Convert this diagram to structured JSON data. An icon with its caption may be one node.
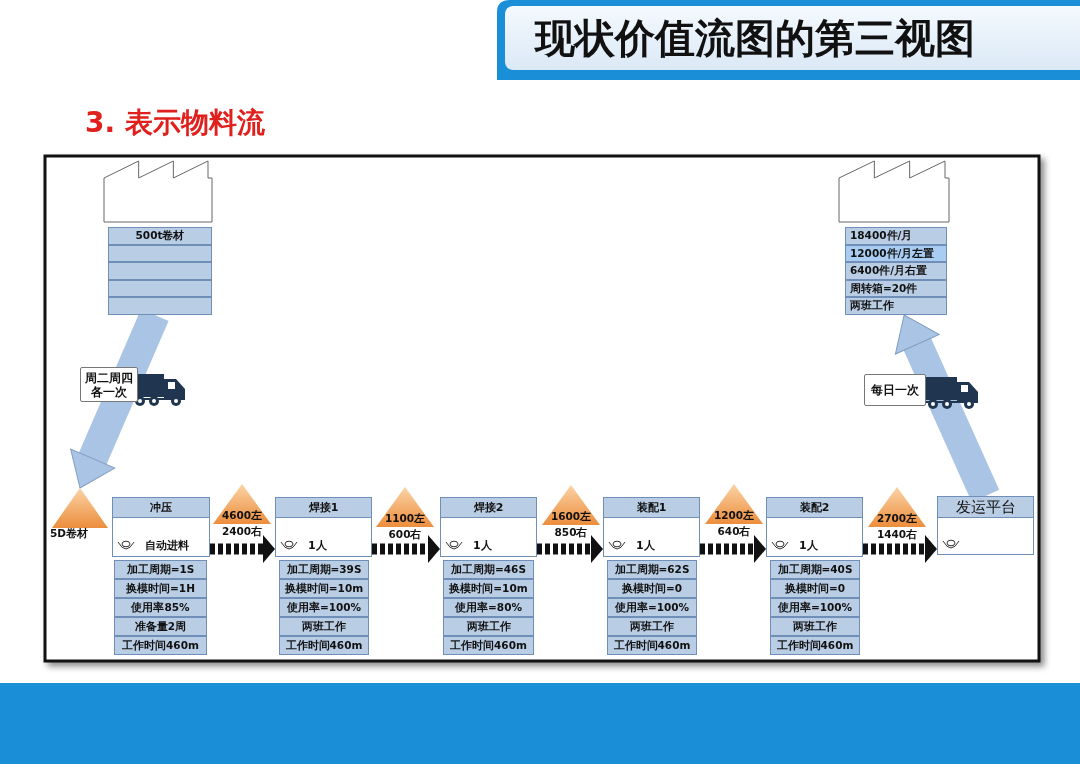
{
  "diagram": {
    "title": "现状价值流图的第三视图",
    "nodes": [
      {
        "text": [],
        "shape": "factory"
      },
      {
        "text": [
          "500t卷材"
        ]
      },
      {
        "text": [],
        "shape": "factory"
      },
      {
        "text": [
          "18400件/月",
          "12000件/月左置",
          "6400件/月右置",
          "周转箱=20件",
          "两班工作"
        ]
      },
      {
        "text": [
          "5D卷材"
        ]
      },
      {
        "text": [
          "冲压",
          "自动进料"
        ]
      },
      {
        "text": [
          "加工周期=1S",
          "换模时间=1H",
          "使用率85%",
          "准备量2周",
          "工作时间460m"
        ]
      },
      {
        "text": [
          "4600左",
          "2400右"
        ]
      },
      {
        "text": [
          "焊接1",
          "1人"
        ]
      },
      {
        "text": [
          "加工周期=39S",
          "换模时间=10m",
          "使用率=100%",
          "两班工作",
          "工作时间460m"
        ]
      },
      {
        "text": [
          "1100左",
          "600右"
        ]
      },
      {
        "text": [
          "焊接2",
          "1人"
        ]
      },
      {
        "text": [
          "加工周期=46S",
          "换模时间=10m",
          "使用率=80%",
          "两班工作",
          "工作时间460m"
        ]
      },
      {
        "text": [
          "1600左",
          "850右"
        ]
      },
      {
        "text": [
          "装配1",
          "1人"
        ]
      },
      {
        "text": [
          "加工周期=62S",
          "换模时间=0",
          "使用率=100%",
          "两班工作",
          "工作时间460m"
        ]
      },
      {
        "text": [
          "1200左",
          "640右"
        ]
      },
      {
        "text": [
          "装配2",
          "1人"
        ]
      },
      {
        "text": [
          "加工周期=40S",
          "换模时间=0",
          "使用率=100%",
          "两班工作",
          "工作时间460m"
        ]
      },
      {
        "text": [
          "2700左",
          "1440右"
        ]
      },
      {
        "text": [
          "发运平台"
        ]
      }
    ],
    "edges": [
      {
        "from": 1,
        "to": 4,
        "arrow": "to",
        "label": "周二周四各一次",
        "style": "thick",
        "color": "#a9c4e4"
      },
      {
        "from": 5,
        "to": 8,
        "arrow": "to",
        "style": "dashed"
      },
      {
        "from": 8,
        "to": 11,
        "arrow": "to",
        "style": "dashed"
      },
      {
        "from": 11,
        "to": 14,
        "arrow": "to",
        "style": "dashed"
      },
      {
        "from": 14,
        "to": 17,
        "arrow": "to",
        "style": "dashed"
      },
      {
        "from": 17,
        "to": 20,
        "arrow": "to",
        "style": "dashed"
      },
      {
        "from": 20,
        "to": 3,
        "arrow": "to",
        "label": "每日一次",
        "style": "thick",
        "color": "#a9c4e4"
      }
    ],
    "labels": [
      "3. 表示物料流"
    ]
  }
}
